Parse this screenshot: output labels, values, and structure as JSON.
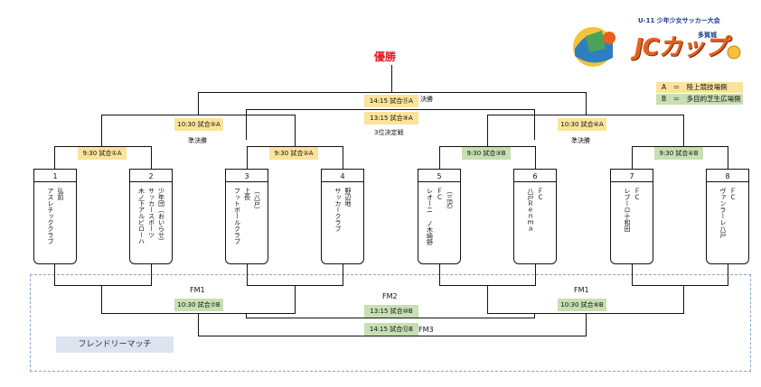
{
  "champion": "優勝",
  "logo": {
    "subtitle": "U-11 少年少女サッカー大会",
    "title": "JCカップ",
    "badge": "多賀城",
    "colors": {
      "brand": "#e8601c"
    }
  },
  "legend": [
    {
      "text": "A　＝　陸上競技場側",
      "color": "#fbe39a"
    },
    {
      "text": "B　＝　多目的芝生広場側",
      "color": "#c7dfb3"
    }
  ],
  "matches": {
    "m1": "9:30 試合①A",
    "m2": "9:30 試合②A",
    "m3": "9:30 試合③B",
    "m4": "9:30 試合④B",
    "m5": "10:30 試合⑤A",
    "m6": "10:30 試合⑥A",
    "m7": "10:30 試合⑦B",
    "m8": "10:30 試合⑧B",
    "m9": "13:15 試合⑨A",
    "m10": "13:15 試合⑩B",
    "m11": "14:15 試合⑪A",
    "m12": "14:15 試合⑫B"
  },
  "labels": {
    "final": "決勝",
    "semi_left": "準決勝",
    "semi_right": "準決勝",
    "third": "3位決定戦",
    "fm1_left": "FM1",
    "fm1_right": "FM1",
    "fm2": "FM2",
    "fm3": "FM3",
    "friendly": "フレンドリーマッチ"
  },
  "teams": [
    {
      "no": "1",
      "lines": [
        "アスレチッククラブ",
        "弘前"
      ]
    },
    {
      "no": "2",
      "lines": [
        "木ノ下アルビローハ",
        "サッカースポーツ",
        "少年団（おいらせ）"
      ]
    },
    {
      "no": "3",
      "lines": [
        "フットボールクラブ",
        "上長",
        "（八戸）"
      ]
    },
    {
      "no": "4",
      "lines": [
        "サッカークラブ",
        "野辺地"
      ]
    },
    {
      "no": "5",
      "lines": [
        "レオーニ ノ木崎野",
        "ＦＣ",
        "（三沢）"
      ]
    },
    {
      "no": "6",
      "lines": [
        "八戸Ｒｅｎｍａ",
        "ＦＣ"
      ]
    },
    {
      "no": "7",
      "lines": [
        "レブーロ十和田",
        "ＦＣ"
      ]
    },
    {
      "no": "8",
      "lines": [
        "ヴァンラーレ八戸",
        "ＦＣ"
      ]
    }
  ]
}
